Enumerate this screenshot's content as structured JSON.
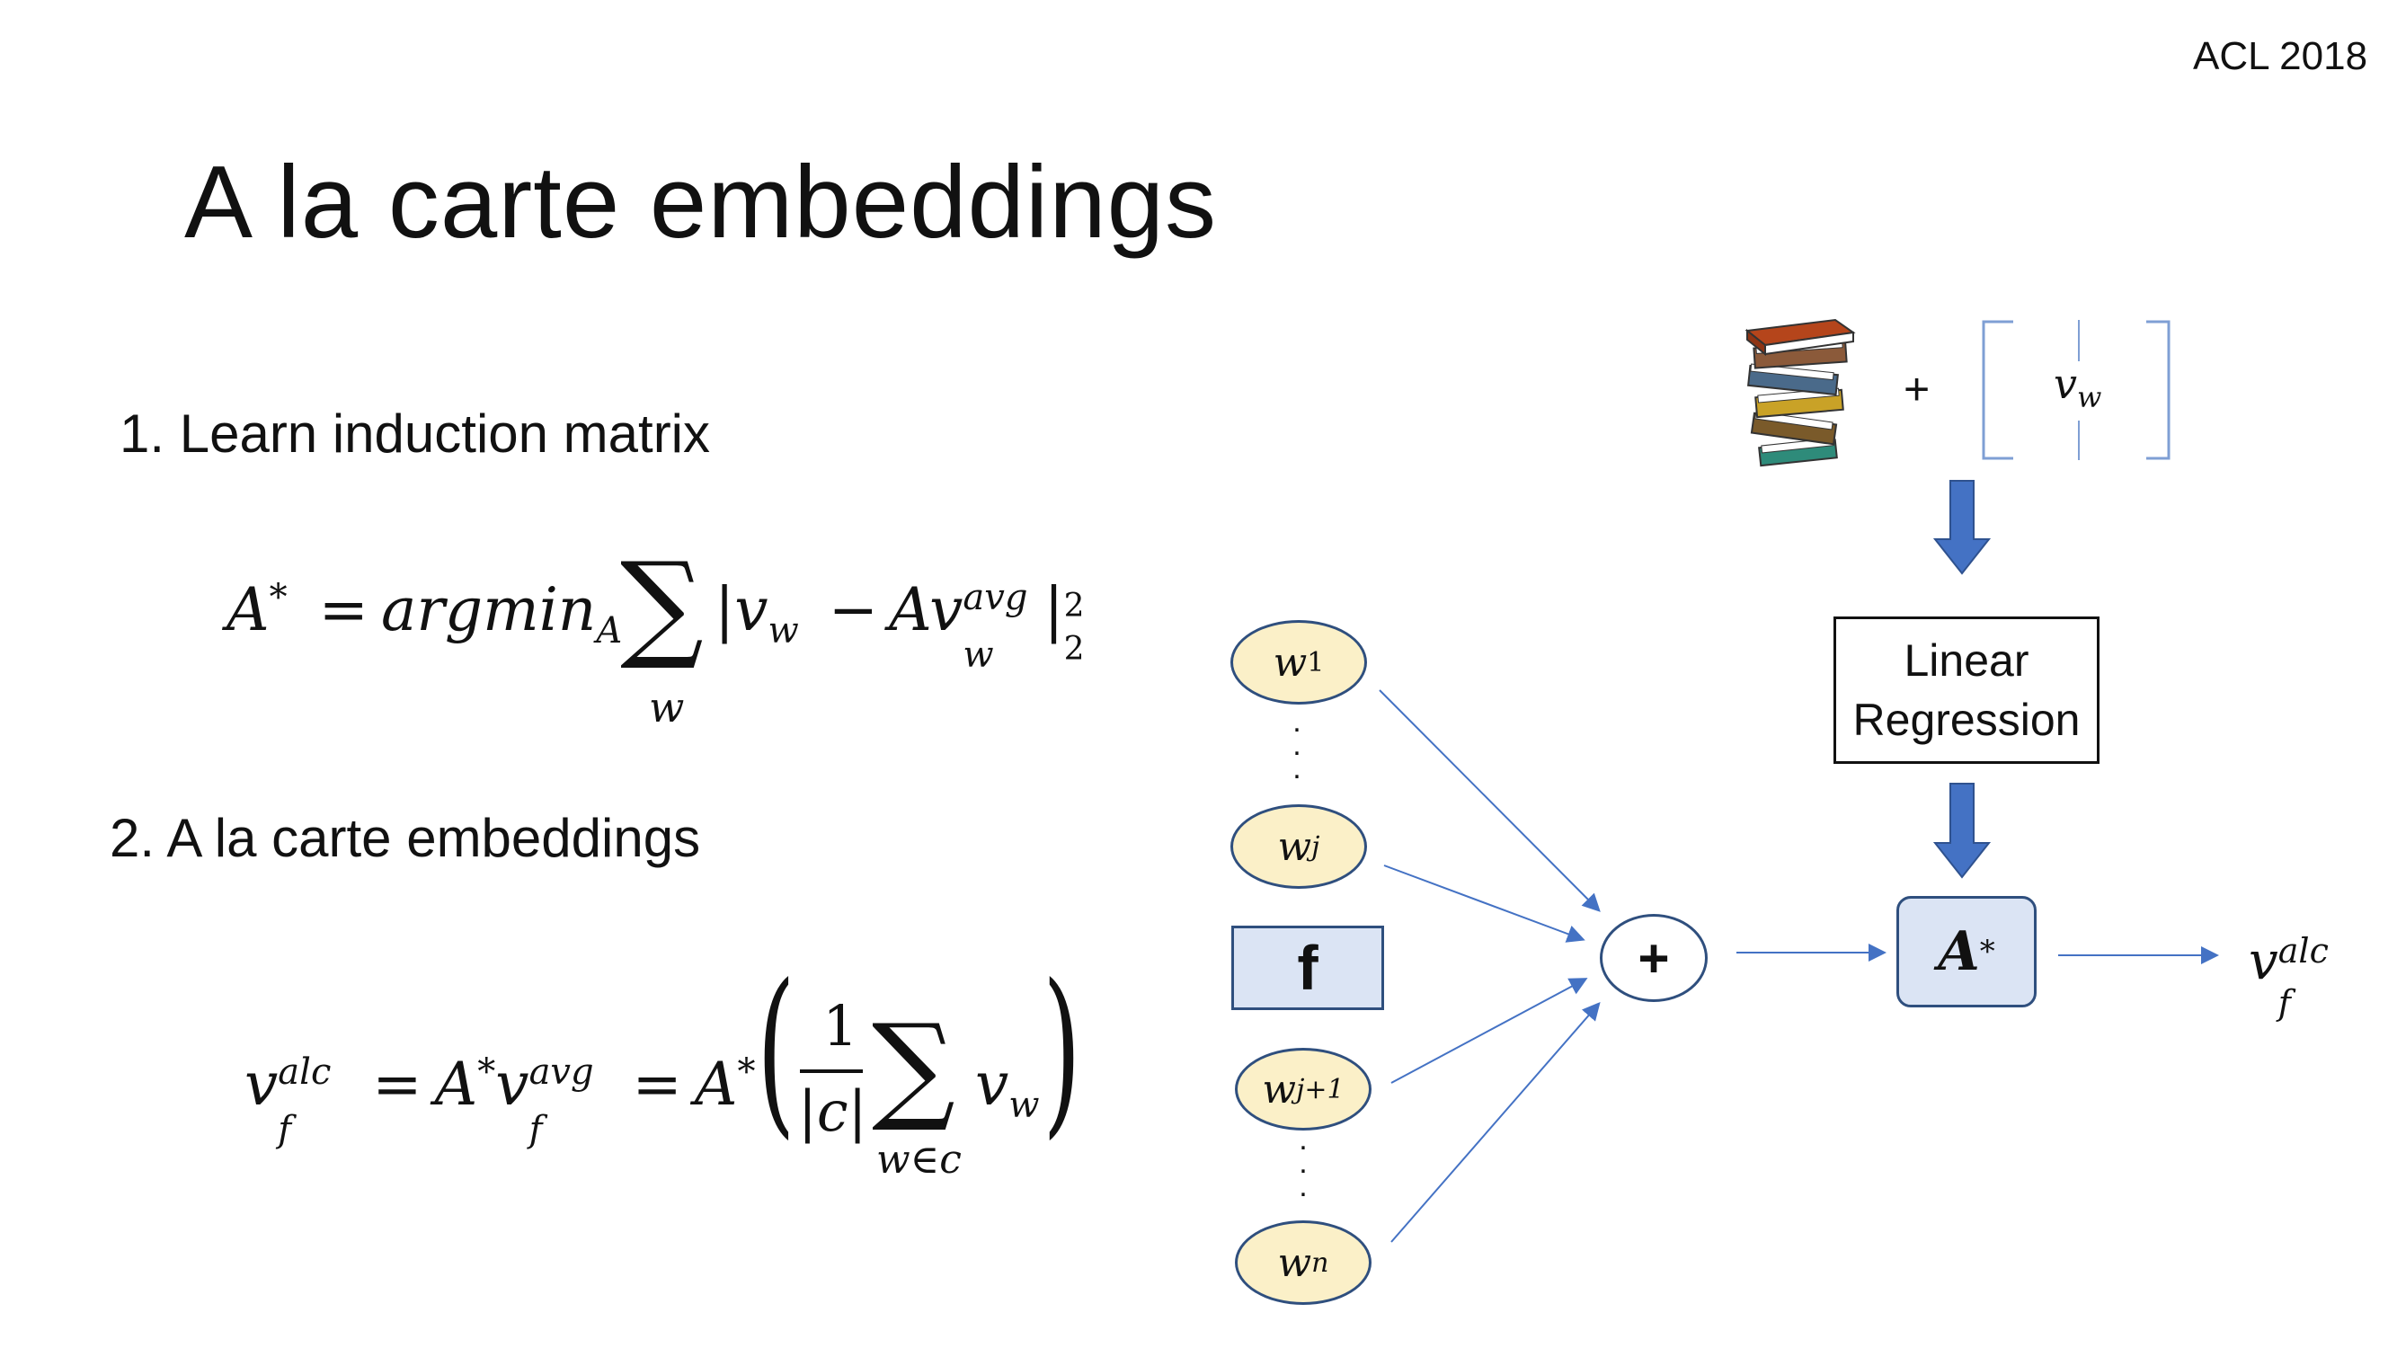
{
  "venue": "ACL 2018",
  "title": "A la carte embeddings",
  "steps": [
    {
      "label": "1. Learn induction matrix"
    },
    {
      "label": "2. A la carte embeddings"
    }
  ],
  "eq1": {
    "lhs": "A",
    "lhs_sup": "*",
    "eq": "=",
    "argmin": "argmin",
    "argmin_sub": "A",
    "sum": "∑",
    "sum_sub": "w",
    "bar_open": "|",
    "v": "v",
    "v_sub": "w",
    "minus": "−",
    "A": "A",
    "v2": "v",
    "v2_sub": "w",
    "v2_sup": "avg",
    "bar_close": "|",
    "norm_sub": "2",
    "norm_sup": "2"
  },
  "eq2": {
    "v": "v",
    "v_sub": "f",
    "v_sup": "alc",
    "eq": "=",
    "A": "A",
    "A_sup": "*",
    "v2": "v",
    "v2_sub": "f",
    "v2_sup": "avg",
    "eq2": "=",
    "A2": "A",
    "A2_sup": "*",
    "paren_open": "(",
    "frac_num": "1",
    "frac_den": "|c|",
    "sum": "∑",
    "sum_sub": "w∈c",
    "v3": "v",
    "v3_sub": "w",
    "paren_close": ")"
  },
  "diagram": {
    "nodes": [
      {
        "base": "w",
        "sub": "1"
      },
      {
        "base": "w",
        "sub": "j"
      },
      {
        "base": "w",
        "sub": "j+1"
      },
      {
        "base": "w",
        "sub": "n"
      }
    ],
    "feature_box": "f",
    "plus_node": "+",
    "a_star": {
      "base": "A",
      "sup": "*"
    },
    "linear_regression": {
      "line1": "Linear",
      "line2": "Regression"
    },
    "plus_sign": "+",
    "vw_label": {
      "base": "v",
      "sub": "w"
    },
    "output": {
      "base": "v",
      "sub": "f",
      "sup": "alc"
    },
    "icons": [
      "books-icon"
    ],
    "colors": {
      "node_fill": "#fbf0c8",
      "box_fill": "#dbe4f4",
      "border": "#2f4f7e",
      "arrow": "#4472c4"
    }
  }
}
